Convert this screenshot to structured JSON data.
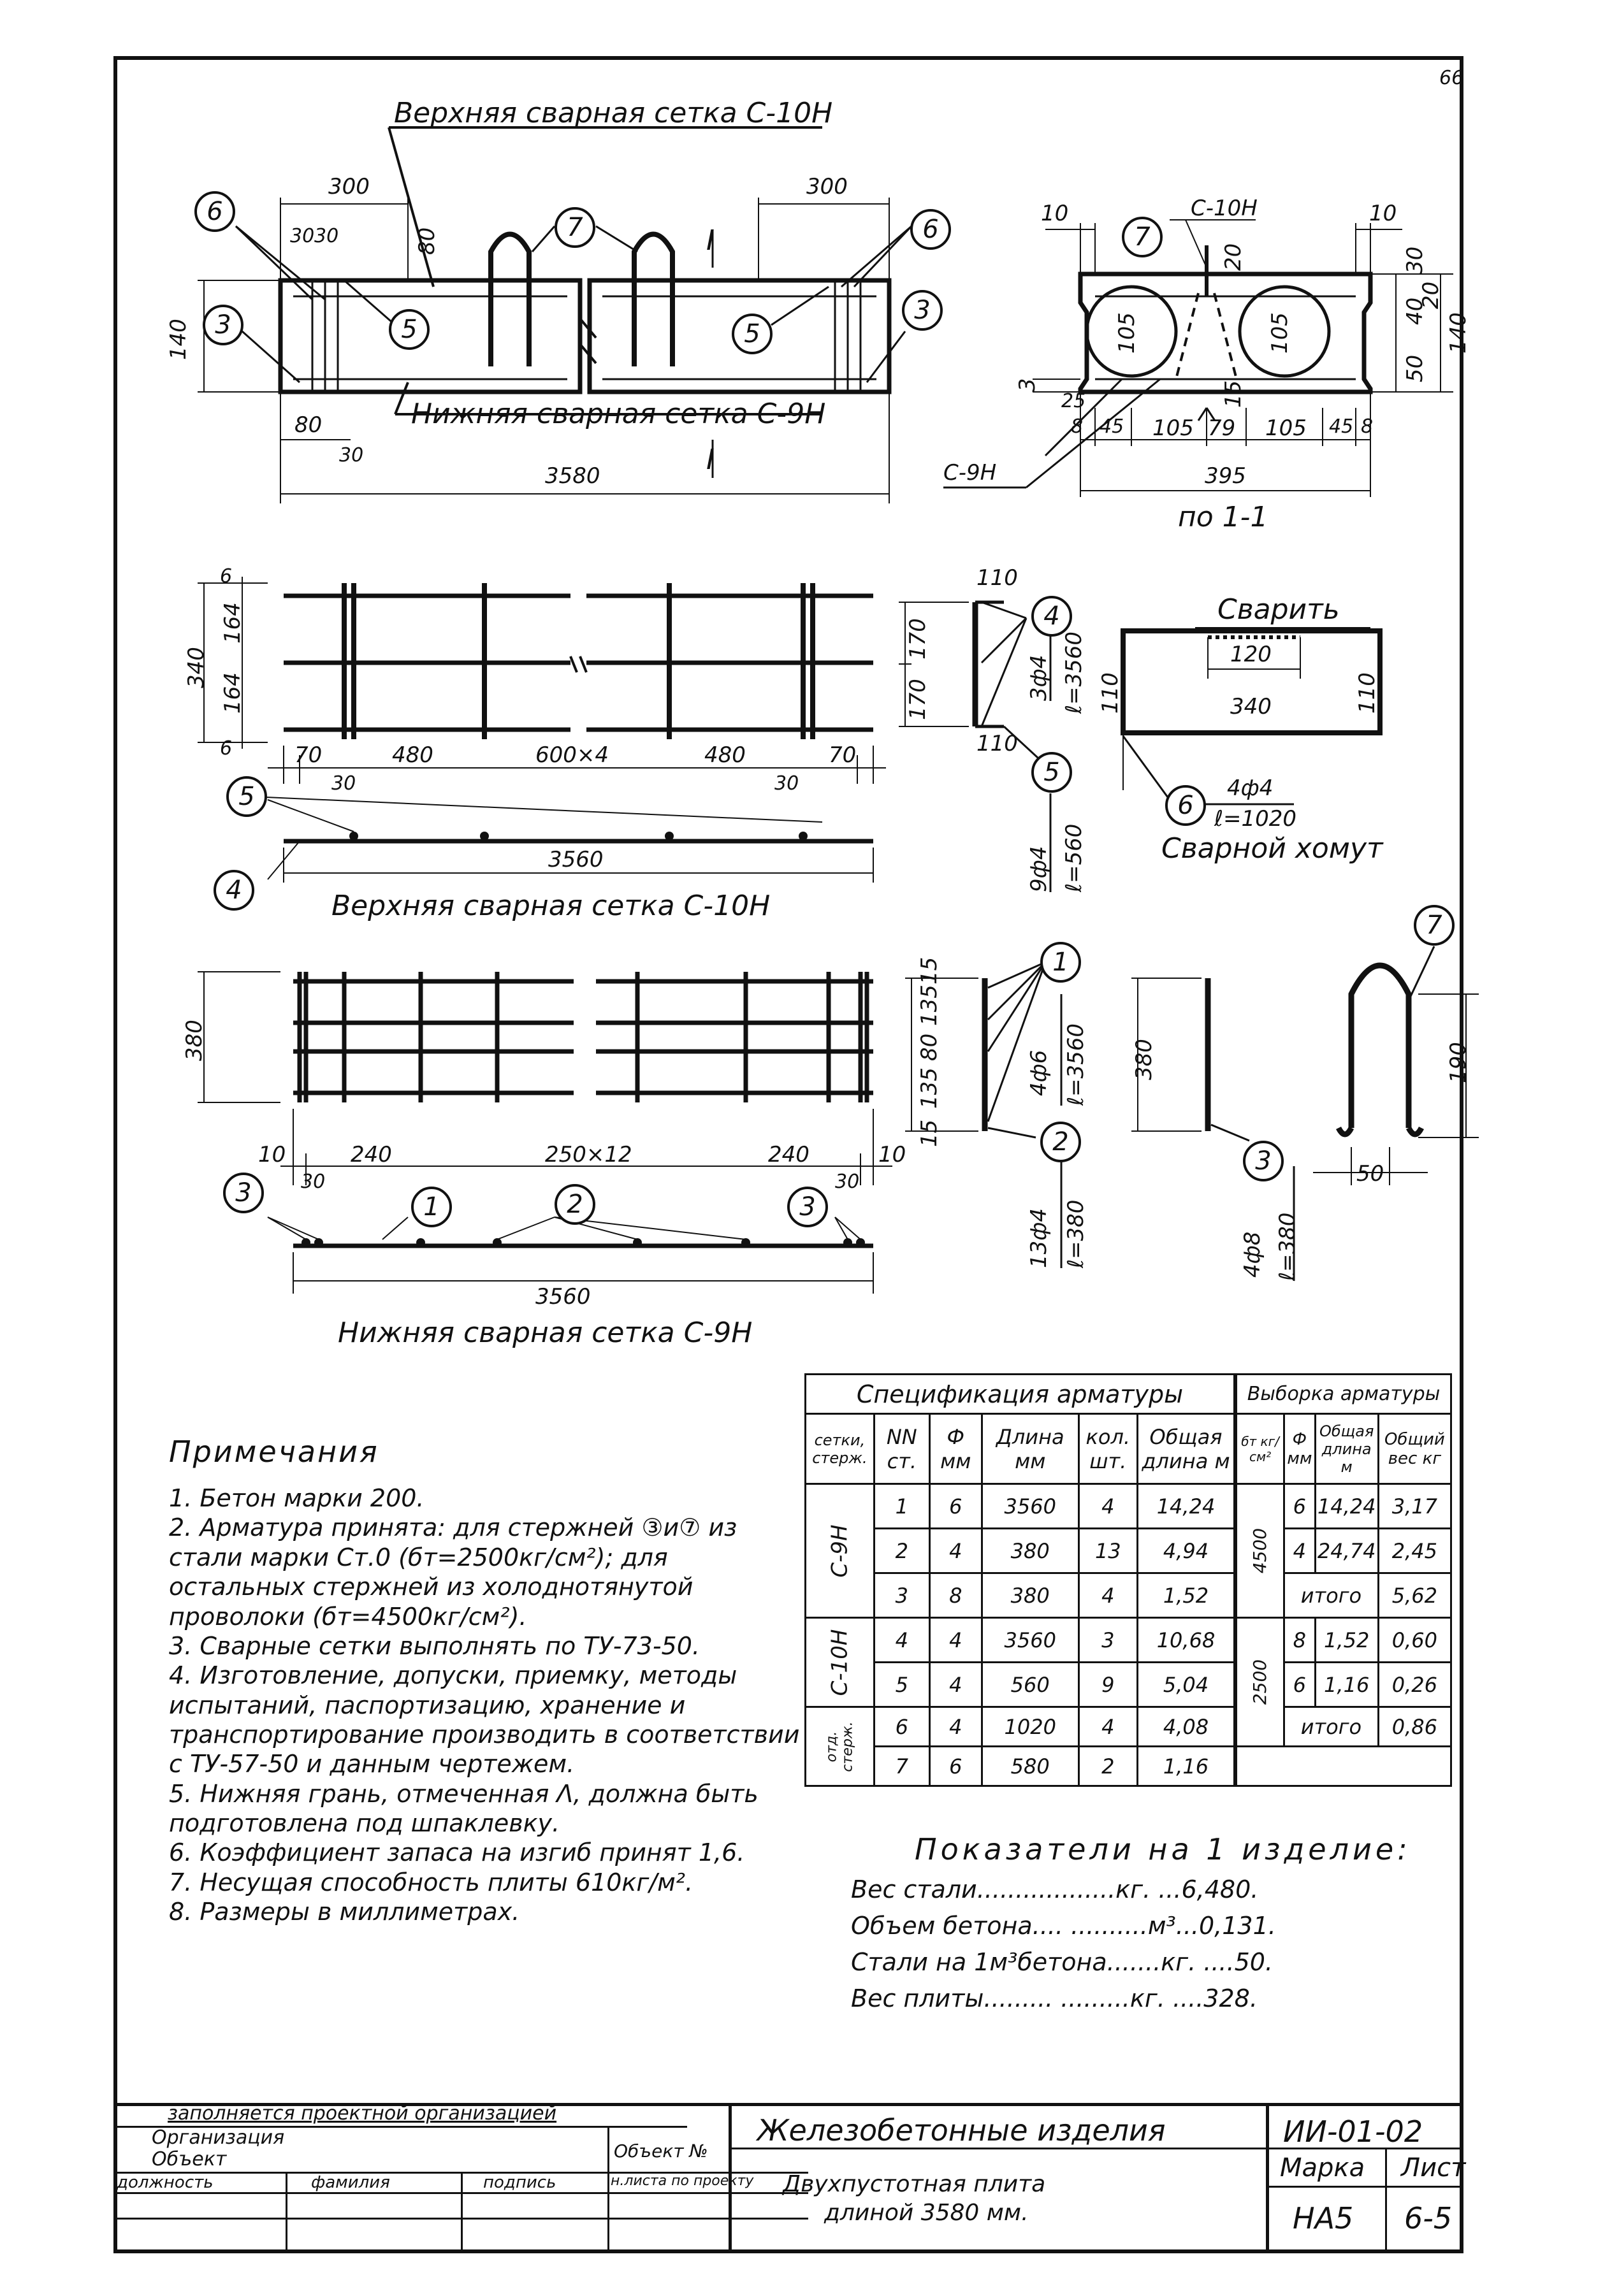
{
  "page_number": "66",
  "section_views": {
    "top_mesh_label": "Верхняя сварная сетка С-10Н",
    "bottom_mesh_label": "Нижняя сварная сетка С-9Н",
    "dim_300_left": "300",
    "dim_300_right": "300",
    "dim_30": "30",
    "dim_30_b": "30",
    "dim_80_vert": "80",
    "dim_140": "140",
    "dim_80": "80",
    "dim_30_c": "30",
    "dim_3580": "3580",
    "cut_mark": "I",
    "cut_mark_b": "I",
    "callouts": [
      "6",
      "3",
      "5",
      "7",
      "5",
      "6",
      "3"
    ]
  },
  "cross_section": {
    "label": "по 1-1",
    "mesh_top": "С-10Н",
    "mesh_bottom": "С-9Н",
    "dim_10_l": "10",
    "dim_10_r": "10",
    "dim_105_l": "105",
    "dim_105_r": "105",
    "dim_20": "20",
    "dim_30": "30",
    "dim_40": "40",
    "dim_20_b": "20",
    "dim_50": "50",
    "dim_140": "140",
    "dim_3": "3",
    "dim_25": "25",
    "dim_15": "15",
    "bottom_dims": [
      "8",
      "45",
      "105",
      "79",
      "105",
      "45",
      "8"
    ],
    "dim_395": "395",
    "callout": "7"
  },
  "top_mesh": {
    "title": "Верхняя сварная сетка С-10Н",
    "dim_340": "340",
    "dim_164_a": "164",
    "dim_164_b": "164",
    "dim_6_a": "6",
    "dim_6_b": "6",
    "bottom_dims": [
      "70",
      "480",
      "600×4",
      "480",
      "70"
    ],
    "dim_30_l": "30",
    "dim_30_r": "30",
    "length": "3560",
    "callouts": [
      "5",
      "4"
    ]
  },
  "bar4": {
    "dim_110_top": "110",
    "dim_110_bottom": "110",
    "dim_170_a": "170",
    "dim_170_b": "170",
    "callout_4": "4",
    "spec_4": "3ф4",
    "len_4": "ℓ=3560",
    "callout_5": "5",
    "spec_5": "9ф4",
    "len_5": "ℓ=560"
  },
  "stirrup": {
    "weld_label": "Сварить",
    "dim_120": "120",
    "dim_340": "340",
    "dim_110_l": "110",
    "dim_110_r": "110",
    "callout": "6",
    "spec": "4ф4",
    "len": "ℓ=1020",
    "title": "Сварной хомут"
  },
  "bottom_mesh": {
    "title": "Нижняя сварная сетка С-9Н",
    "dim_380": "380",
    "bottom_dims": [
      "10",
      "240",
      "250×12",
      "240",
      "10"
    ],
    "dim_30_l": "30",
    "dim_30_r": "30",
    "length": "3560",
    "right_dims": [
      "15",
      "135",
      "80",
      "135",
      "15"
    ],
    "callouts": [
      "3",
      "1",
      "2",
      "3"
    ],
    "callout_1": "1",
    "spec_1": "4ф6",
    "len_1": "ℓ=3560",
    "callout_2": "2",
    "spec_2": "13ф4",
    "len_2": "ℓ=380"
  },
  "bar3": {
    "dim_380": "380",
    "callout": "3",
    "spec": "4ф8",
    "len": "ℓ=380"
  },
  "loop7": {
    "callout": "7",
    "dim_190": "190",
    "dim_50": "50"
  },
  "spec_table": {
    "title": "Спецификация арматуры",
    "headers": [
      "сетки, стерж.",
      "NN ст.",
      "Ф мм",
      "Длина мм",
      "кол. шт.",
      "Общая длина м"
    ],
    "groups": [
      "С-9Н",
      "С-10Н",
      "отд. стерж."
    ],
    "rows": [
      [
        "1",
        "6",
        "3560",
        "4",
        "14,24"
      ],
      [
        "2",
        "4",
        "380",
        "13",
        "4,94"
      ],
      [
        "3",
        "8",
        "380",
        "4",
        "1,52"
      ],
      [
        "4",
        "4",
        "3560",
        "3",
        "10,68"
      ],
      [
        "5",
        "4",
        "560",
        "9",
        "5,04"
      ],
      [
        "6",
        "4",
        "1020",
        "4",
        "4,08"
      ],
      [
        "7",
        "6",
        "580",
        "2",
        "1,16"
      ]
    ]
  },
  "sample_table": {
    "title": "Выборка арматуры",
    "headers": [
      "бт кг/см²",
      "Ф мм",
      "Общая длина м",
      "Общий вес кг"
    ],
    "groups": [
      "4500",
      "2500"
    ],
    "rows": [
      [
        "6",
        "14,24",
        "3,17"
      ],
      [
        "4",
        "24,74",
        "2,45"
      ],
      [
        "итого",
        "",
        "5,62"
      ],
      [
        "8",
        "1,52",
        "0,60"
      ],
      [
        "6",
        "1,16",
        "0,26"
      ],
      [
        "итого",
        "",
        "0,86"
      ]
    ]
  },
  "notes": {
    "title": "Примечания",
    "items": [
      "1. Бетон марки 200.",
      "2. Арматура принята: для стержней ③и⑦ из стали марки Ст.0 (бт=2500кг/см²); для остальных стержней из холоднотянутой проволоки (бт=4500кг/см²).",
      "3. Сварные сетки выполнять по ТУ-73-50.",
      "4. Изготовление, допуски, приемку, методы испытаний, паспортизацию, хранение и транспортирование производить в соответствии с ТУ-57-50 и данным чертежем.",
      "5. Нижняя грань, отмеченная Λ, должна быть подготовлена под шпаклевку.",
      "6. Коэффициент запаса на изгиб принят 1,6.",
      "7. Несущая способность плиты 610кг/м².",
      "8. Размеры в миллиметрах."
    ]
  },
  "indicators": {
    "title": "Показатели на 1 изделие:",
    "rows": [
      "Вес стали..................кг. ...6,480.",
      "Объем бетона.... ..........м³...0,131.",
      "Стали на 1м³бетона.......кг. ....50.",
      "Вес плиты......... .........кг. ....328."
    ]
  },
  "title_block": {
    "filled_by": "заполняется проектной организацией",
    "organization": "Организация",
    "object": "Объект",
    "object_no": "Объект №",
    "position": "должность",
    "surname": "фамилия",
    "signature": "подпись",
    "sheet_in_project": "н.листа по проекту",
    "product_group": "Железобетонные изделия",
    "description_1": "Двухпустотная плита",
    "description_2": "длиной 3580 мм.",
    "series": "ИИ-01-02",
    "mark_label": "Марка",
    "sheet_label": "Лист",
    "mark": "НА5",
    "sheet": "6-5"
  }
}
